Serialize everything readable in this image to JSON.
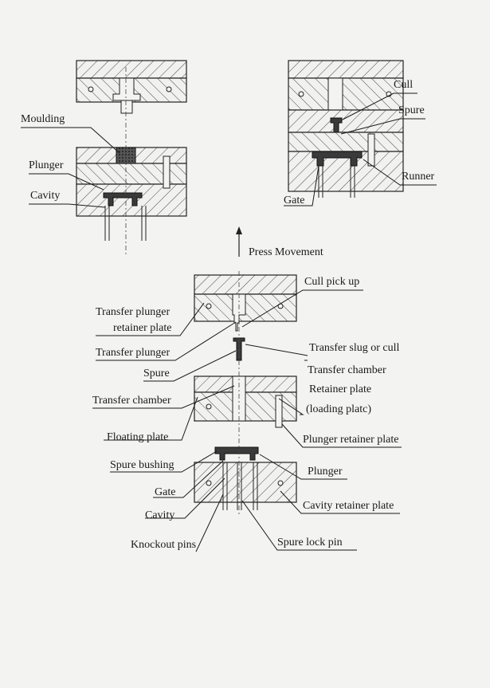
{
  "diagram": {
    "top_left": {
      "labels": {
        "moulding": "Moulding",
        "plunger": "Plunger",
        "cavity": "Cavity"
      }
    },
    "top_right": {
      "labels": {
        "cull": "Cull",
        "spure": "Spure",
        "runner": "Runner",
        "gate": "Gate"
      }
    },
    "press_movement": "Press Movement",
    "bottom": {
      "left_labels": {
        "transfer_plunger_retainer_line1": "Transfer plunger",
        "transfer_plunger_retainer_line2": "retainer plate",
        "transfer_plunger": "Transfer plunger",
        "spure": "Spure",
        "transfer_chamber": "Transfer chamber",
        "floating_plate": "Floating plate",
        "spure_bushing": "Spure bushing",
        "gate": "Gate",
        "cavity": "Cavity",
        "knockout_pins": "Knockout pins"
      },
      "right_labels": {
        "cull_pick_up": "Cull pick up",
        "transfer_slug_or_cull": "Transfer slug or cull",
        "transfer_chamber_retainer_line1": "Transfer chamber",
        "transfer_chamber_retainer_line2": "Retainer plate",
        "transfer_chamber_retainer_line3": "(loading platc)",
        "plunger_retainer_plate": "Plunger retainer plate",
        "plunger": "Plunger",
        "cavity_retainer_plate": "Cavity retainer plate",
        "spure_lock_pin": "Spure lock pin"
      }
    }
  }
}
